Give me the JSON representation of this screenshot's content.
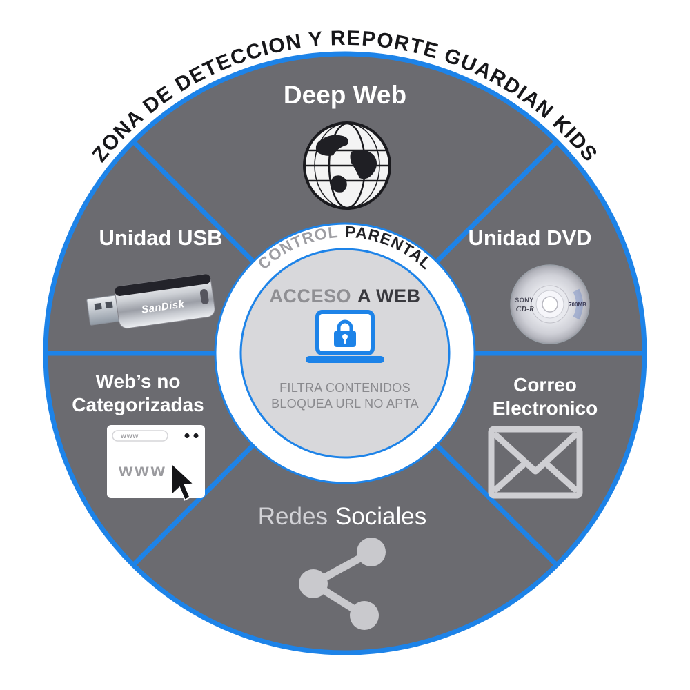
{
  "title_arc": "ZONA DE DETECCION Y REPORTE GUARDIAN KIDS",
  "hub": {
    "ring_label": {
      "light": "CONTROL",
      "dark": "PARENTAL"
    },
    "heading": {
      "light": "ACCESO",
      "dark": "A WEB"
    },
    "caption_line1": "FILTRA CONTENIDOS",
    "caption_line2": "BLOQUEA URL NO APTA"
  },
  "segments": {
    "deep_web": {
      "label": "Deep Web",
      "icon": "globe-icon"
    },
    "unidad_usb": {
      "label": "Unidad USB",
      "icon": "usb-drive-icon",
      "device_brand": "SanDisk"
    },
    "unidad_dvd": {
      "label": "Unidad DVD",
      "icon": "dvd-disc-icon",
      "disc_brand": "SONY",
      "disc_type": "CD-R",
      "disc_capacity": "700MB"
    },
    "webs_no_categorizadas": {
      "line1": "Web’s no",
      "line2": "Categorizadas",
      "icon": "browser-window-icon",
      "browser_address": "www",
      "browser_body": "www"
    },
    "correo_electronico": {
      "line1": "Correo",
      "line2": "Electronico",
      "icon": "envelope-icon"
    },
    "redes_sociales": {
      "word1": "Redes",
      "word2": "Sociales",
      "icon": "share-icon"
    }
  },
  "colors": {
    "wheel_gray": "#6b6b70",
    "accent_blue": "#1d83e8",
    "hub_inner_gray": "#d8d8db",
    "label_white": "#ffffff",
    "muted_gray": "#8f8f93",
    "icon_light_gray": "#cdcdd1",
    "title_black": "#17171a"
  }
}
